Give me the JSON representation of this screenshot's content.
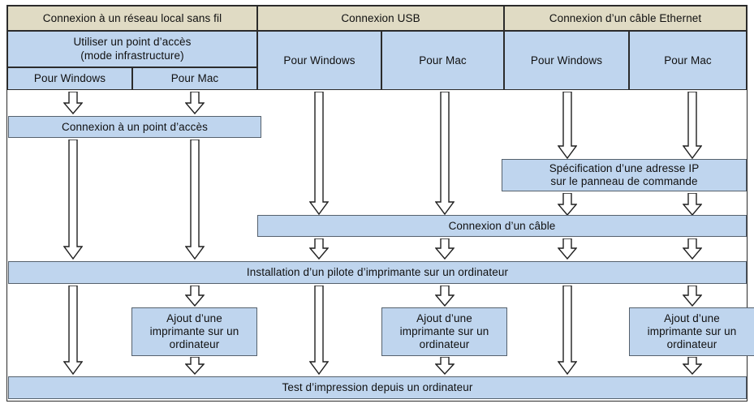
{
  "diagram": {
    "title_columns": [
      {
        "id": "wlan",
        "label": "Connexion à un réseau local sans fil"
      },
      {
        "id": "usb",
        "label": "Connexion USB"
      },
      {
        "id": "ethernet",
        "label": "Connexion d’un câble Ethernet"
      }
    ],
    "subtitle": {
      "id": "infra",
      "label": "Utiliser un point d’accès\n(mode infrastructure)"
    },
    "subtitle_line1": "Utiliser un point d’accès",
    "subtitle_line2": "(mode infrastructure)",
    "os_columns": [
      {
        "id": "wlan-windows",
        "label": "Pour Windows"
      },
      {
        "id": "wlan-mac",
        "label": "Pour Mac"
      },
      {
        "id": "usb-windows",
        "label": "Pour Windows"
      },
      {
        "id": "usb-mac",
        "label": "Pour Mac"
      },
      {
        "id": "eth-windows",
        "label": "Pour Windows"
      },
      {
        "id": "eth-mac",
        "label": "Pour Mac"
      }
    ],
    "steps": {
      "access_point": "Connexion à un point d’accès",
      "ip_address_line1": "Spécification d’une adresse IP",
      "ip_address_line2": "sur le panneau de commande",
      "cable": "Connexion d’un câble",
      "driver_install": "Installation d’un pilote d’imprimante sur un ordinateur",
      "add_printer_line1": "Ajout d’une",
      "add_printer_line2": "imprimante sur un",
      "add_printer_line3": "ordinateur",
      "print_test": "Test d’impression depuis un ordinateur"
    },
    "add_printer_boxes": [
      {
        "id": "add-printer-wlan-mac"
      },
      {
        "id": "add-printer-usb-mac"
      },
      {
        "id": "add-printer-eth-mac"
      }
    ],
    "colors": {
      "header_beige": "#e0dbc4",
      "step_blue": "#bfd5ee",
      "border": "#2b2b2b",
      "box_border": "#55616d",
      "text": "#101010",
      "arrow_fill": "#ffffff",
      "arrow_stroke": "#1f1f1f"
    }
  }
}
